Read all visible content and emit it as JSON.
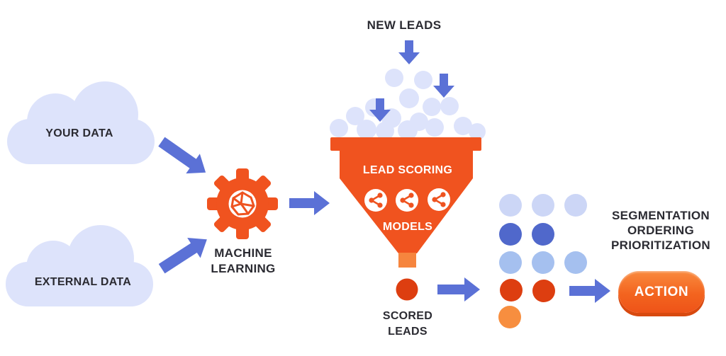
{
  "labels": {
    "new_leads": "NEW LEADS",
    "your_data": "YOUR DATA",
    "external_data": "EXTERNAL DATA",
    "machine_learning": "MACHINE LEARNING",
    "lead_scoring": "LEAD SCORING",
    "models": "MODELS",
    "scored_leads": "SCORED LEADS",
    "segmentation": "SEGMENTATION ORDERING PRIORITIZATION",
    "action": "ACTION"
  },
  "icons": {
    "gear": "gear-icon",
    "share": "share-network-icon",
    "cloud": "cloud-icon",
    "arrow": "arrow-icon"
  },
  "colors": {
    "orange": "#f0531f",
    "orange_light": "#f6853e",
    "blue_arrow": "#5b71d6",
    "cloud_lavender": "#dde3fb",
    "dot_pale": "#ccd6f6",
    "dot_royal": "#5068cb",
    "dot_light_blue": "#a5c0ef",
    "dot_red": "#dd3e10",
    "dot_orange": "#f78e3f",
    "text_dark": "#2b2b32",
    "text_white": "#ffffff"
  }
}
